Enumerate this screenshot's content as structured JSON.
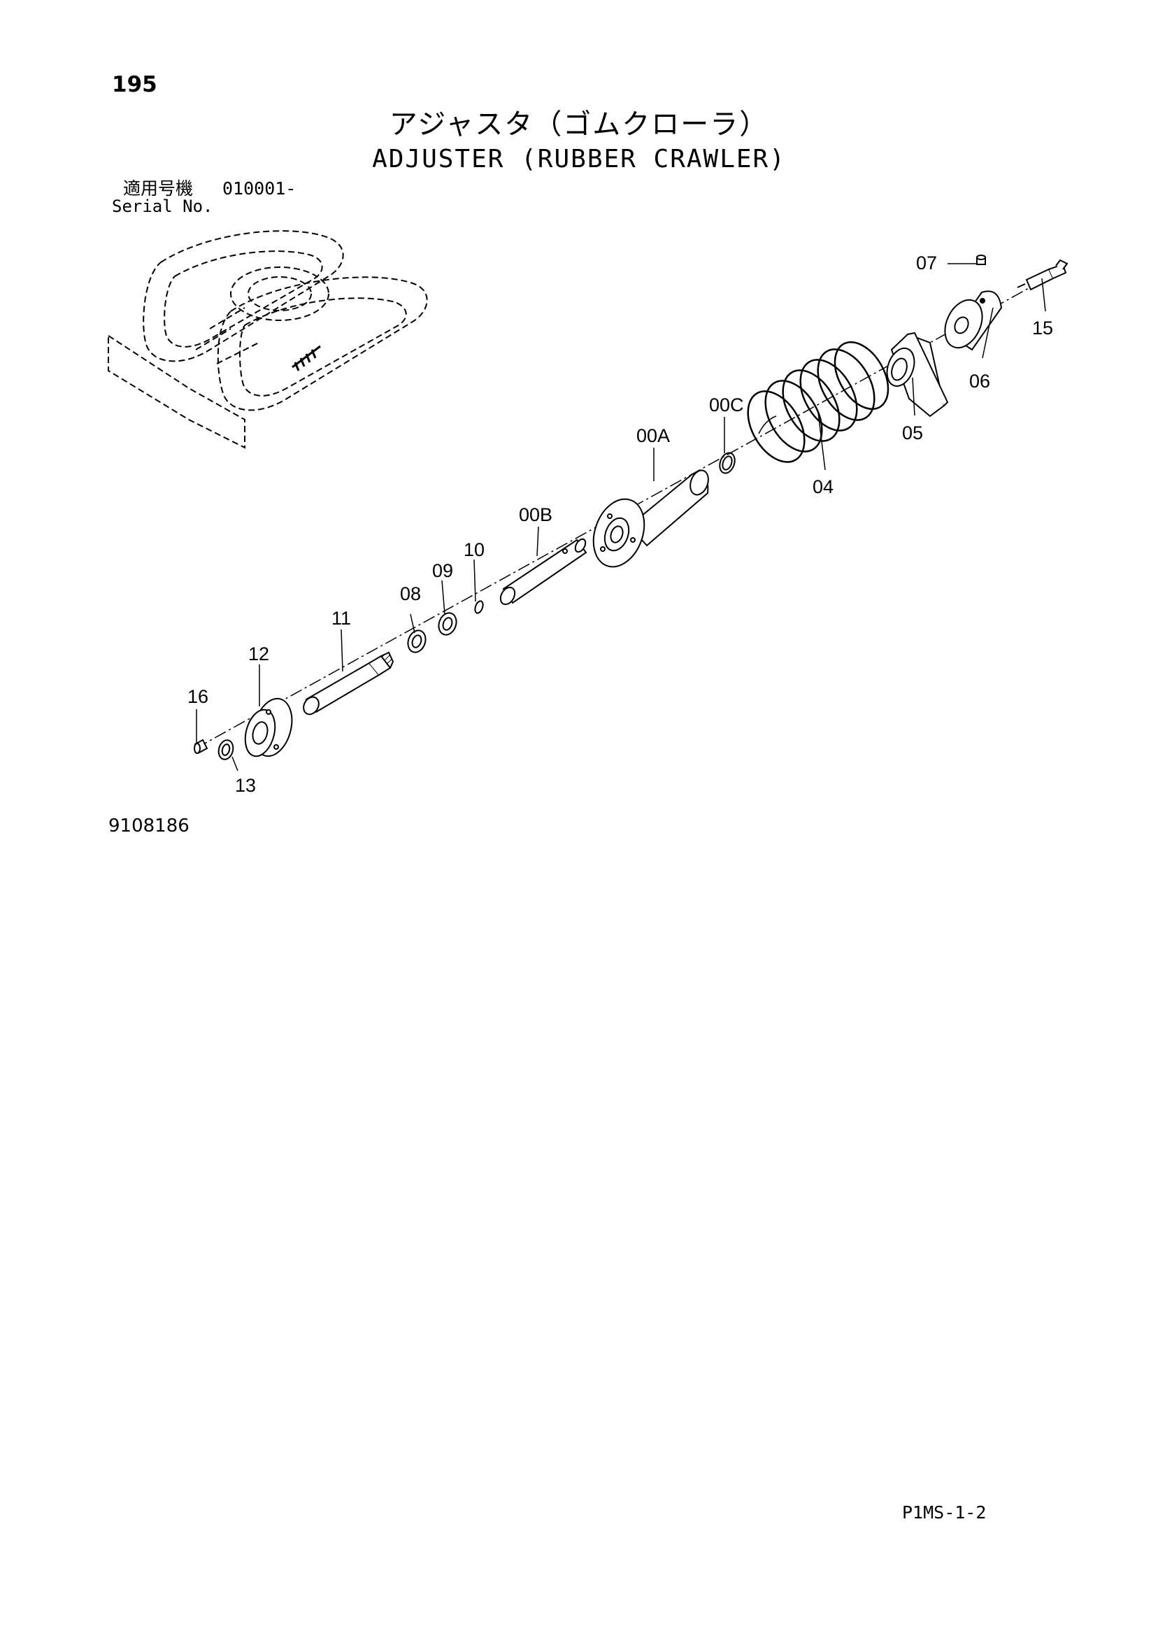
{
  "header": {
    "page_number": "195",
    "title_jp": "アジャスタ（ゴムクローラ）",
    "title_en": "ADJUSTER (RUBBER CRAWLER)",
    "serial_label_jp": "適用号機",
    "serial_value": "010001-",
    "serial_label_en": "Serial No."
  },
  "diagram": {
    "callouts": [
      {
        "id": "07",
        "label": "07"
      },
      {
        "id": "15",
        "label": "15"
      },
      {
        "id": "06",
        "label": "06"
      },
      {
        "id": "05",
        "label": "05"
      },
      {
        "id": "04",
        "label": "04"
      },
      {
        "id": "00C",
        "label": "00C"
      },
      {
        "id": "00A",
        "label": "00A"
      },
      {
        "id": "00B",
        "label": "00B"
      },
      {
        "id": "10",
        "label": "10"
      },
      {
        "id": "09",
        "label": "09"
      },
      {
        "id": "08",
        "label": "08"
      },
      {
        "id": "11",
        "label": "11"
      },
      {
        "id": "12",
        "label": "12"
      },
      {
        "id": "16",
        "label": "16"
      },
      {
        "id": "13",
        "label": "13"
      }
    ]
  },
  "footer": {
    "figure_number": "9108186",
    "page_code": "P1MS-1-2"
  }
}
